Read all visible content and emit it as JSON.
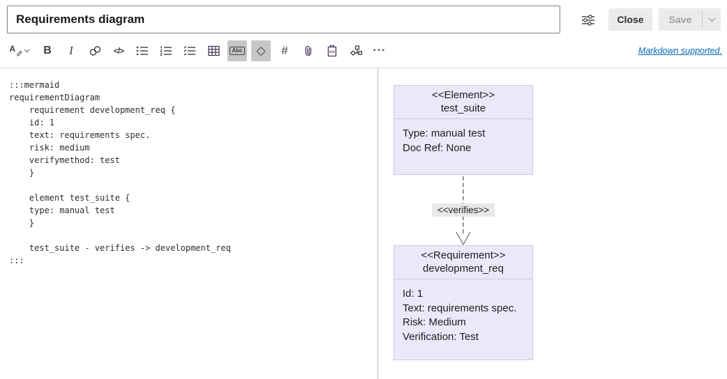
{
  "colors": {
    "button_bg": "#edebe9",
    "active_bg": "#c8c6c4",
    "disabled_text": "#a19f9d",
    "icon": "#3e3c40",
    "link_blue": "#0067b8",
    "box_fill": "#e9e9fa",
    "box_border": "#c9c9e8",
    "label_bg": "#e8e8e8",
    "arrow": "#969696"
  },
  "header": {
    "title_value": "Requirements diagram",
    "close_label": "Close",
    "save_label": "Save"
  },
  "toolbar": {
    "glyphs": {
      "format_letter": "A",
      "pen": "✎",
      "bold": "B",
      "italic": "I",
      "code": "</>",
      "abc": "Abc",
      "diamond": "◇",
      "hash": "#",
      "clipboard_code": "</>",
      "more": "···"
    },
    "markdown_note": "Markdown supported."
  },
  "editor": {
    "code": ":::mermaid\nrequirementDiagram\n    requirement development_req {\n    id: 1\n    text: requirements spec.\n    risk: medium\n    verifymethod: test\n    }\n\n    element test_suite {\n    type: manual test\n    }\n\n    test_suite - verifies -> development_req\n:::"
  },
  "diagram": {
    "element_box": {
      "stereotype": "<<Element>>",
      "name": "test_suite",
      "lines": [
        "Type: manual test",
        "Doc Ref: None"
      ]
    },
    "relation_label": "<<verifies>>",
    "requirement_box": {
      "stereotype": "<<Requirement>>",
      "name": "development_req",
      "lines": [
        "Id: 1",
        "Text: requirements spec.",
        "Risk: Medium",
        "Verification: Test"
      ]
    }
  }
}
